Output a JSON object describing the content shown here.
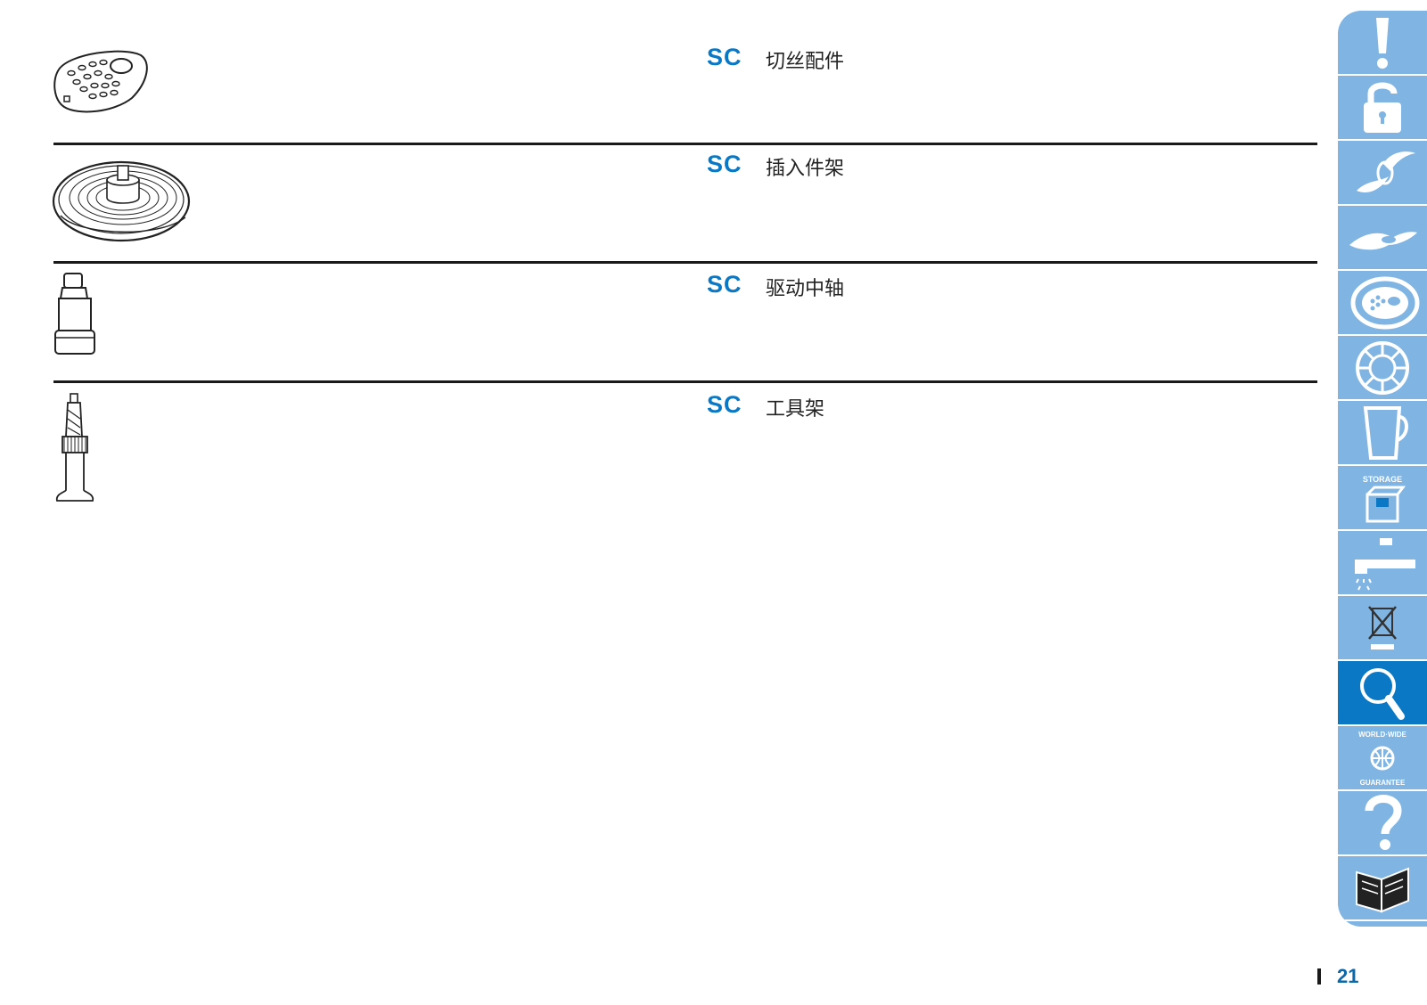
{
  "items": [
    {
      "code": "SC",
      "label": "切丝配件"
    },
    {
      "code": "SC",
      "label": "插入件架"
    },
    {
      "code": "SC",
      "label": "驱动中轴"
    },
    {
      "code": "SC",
      "label": "工具架"
    }
  ],
  "side_tabs": [
    {
      "icon": "exclamation-icon",
      "active": false
    },
    {
      "icon": "unlock-icon",
      "active": false
    },
    {
      "icon": "blade-icon",
      "active": false
    },
    {
      "icon": "kneading-blade-icon",
      "active": false
    },
    {
      "icon": "grater-disc-icon",
      "active": false
    },
    {
      "icon": "disc-icon",
      "active": false
    },
    {
      "icon": "jug-icon",
      "active": false
    },
    {
      "icon": "storage-icon",
      "text": "STORAGE",
      "active": false
    },
    {
      "icon": "tap-cleaning-icon",
      "active": false
    },
    {
      "icon": "disposal-icon",
      "active": false
    },
    {
      "icon": "magnifier-icon",
      "active": true
    },
    {
      "icon": "worldwide-guarantee-icon",
      "text": "WORLD-WIDE GUARANTEE",
      "active": false
    },
    {
      "icon": "question-icon",
      "active": false
    },
    {
      "icon": "manual-book-icon",
      "active": false
    }
  ],
  "page": {
    "number": "21"
  },
  "colors": {
    "accent": "#0a78c4",
    "tab_bg": "#7fb4e3",
    "divider": "#1a1a1a"
  }
}
